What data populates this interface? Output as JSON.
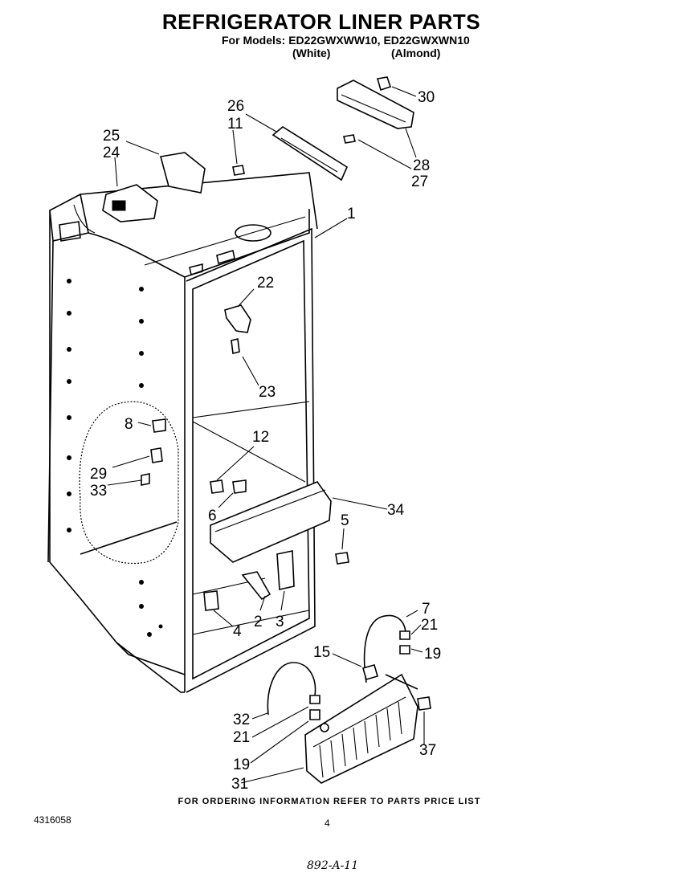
{
  "header": {
    "title": "REFRIGERATOR LINER PARTS",
    "models": "For Models: ED22GWXWW10, ED22GWXWN10",
    "variant_white": "(White)",
    "variant_almond": "(Almond)"
  },
  "callouts": {
    "p1": "1",
    "p2": "2",
    "p3": "3",
    "p4": "4",
    "p5": "5",
    "p6": "6",
    "p7": "7",
    "p8": "8",
    "p11": "11",
    "p12": "12",
    "p15": "15",
    "p19a": "19",
    "p19b": "19",
    "p21a": "21",
    "p21b": "21",
    "p22": "22",
    "p23": "23",
    "p24": "24",
    "p25": "25",
    "p26": "26",
    "p27": "27",
    "p28": "28",
    "p29": "29",
    "p30": "30",
    "p31": "31",
    "p32": "32",
    "p33": "33",
    "p34": "34",
    "p37": "37"
  },
  "footer": {
    "ordering_note": "FOR ORDERING INFORMATION REFER TO PARTS PRICE LIST",
    "doc_number": "4316058",
    "page_number": "4",
    "handwritten_note": "892-A-11"
  }
}
